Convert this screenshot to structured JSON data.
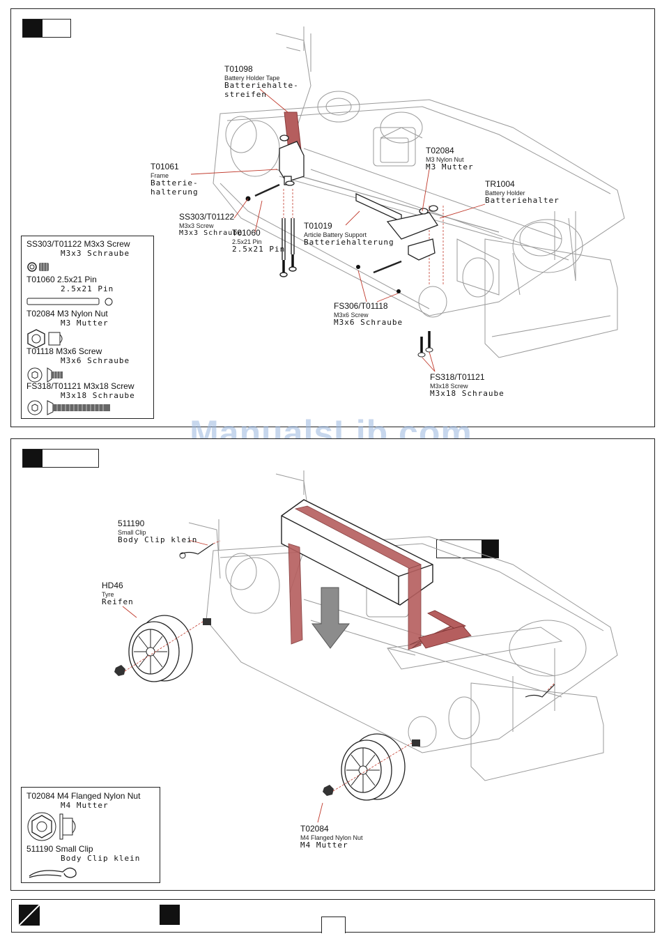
{
  "watermark": "ManualsLib.com",
  "colors": {
    "tape": "#b55e5e",
    "leader": "#c0392b",
    "line": "#6a6a6a"
  },
  "step1": {
    "callouts": [
      {
        "code": "T01098",
        "en": "Battery Holder Tape",
        "de1": "Batteriehalte-",
        "de2": "streifen"
      },
      {
        "code": "T01061",
        "en": "Frame",
        "de1": "Batterie-",
        "de2": "halterung"
      },
      {
        "code": "SS303/T01122",
        "en": "M3x3 Screw",
        "de1": "M3x3 Schraube",
        "de2": ""
      },
      {
        "code": "T01060",
        "en": "2.5x21 Pin",
        "de1": "2.5x21 Pin",
        "de2": ""
      },
      {
        "code": "T01019",
        "en": "Article Battery Support",
        "de1": "Batteriehalterung",
        "de2": ""
      },
      {
        "code": "T02084",
        "en": "M3 Nylon Nut",
        "de1": "M3 Mutter",
        "de2": ""
      },
      {
        "code": "TR1004",
        "en": "Battery Holder",
        "de1": "Batteriehalter",
        "de2": ""
      },
      {
        "code": "FS306/T01118",
        "en": "M3x6 Screw",
        "de1": "M3x6 Schraube",
        "de2": ""
      },
      {
        "code": "FS318/T01121",
        "en": "M3x18 Screw",
        "de1": "M3x18 Schraube",
        "de2": ""
      }
    ],
    "legend": [
      {
        "title": "SS303/T01122 M3x3 Screw",
        "de": "M3x3 Schraube"
      },
      {
        "title": "T01060 2.5x21 Pin",
        "de": "2.5x21 Pin"
      },
      {
        "title": "T02084 M3 Nylon Nut",
        "de": "M3 Mutter"
      },
      {
        "title": "T01118 M3x6 Screw",
        "de": "M3x6 Schraube"
      },
      {
        "title": "FS318/T01121 M3x18 Screw",
        "de": "M3x18 Schraube"
      }
    ]
  },
  "step2": {
    "callouts": [
      {
        "code": "511190",
        "en": "Small Clip",
        "de": "Body Clip klein"
      },
      {
        "code": "HD46",
        "en": "Tyre",
        "de": "Reifen"
      },
      {
        "code": "T02084",
        "en": "M4 Flanged Nylon Nut",
        "de": "M4 Mutter"
      }
    ],
    "legend": [
      {
        "title": "T02084 M4 Flanged Nylon Nut",
        "de": "M4 Mutter"
      },
      {
        "title": "511190 Small Clip",
        "de": "Body Clip klein"
      }
    ]
  }
}
